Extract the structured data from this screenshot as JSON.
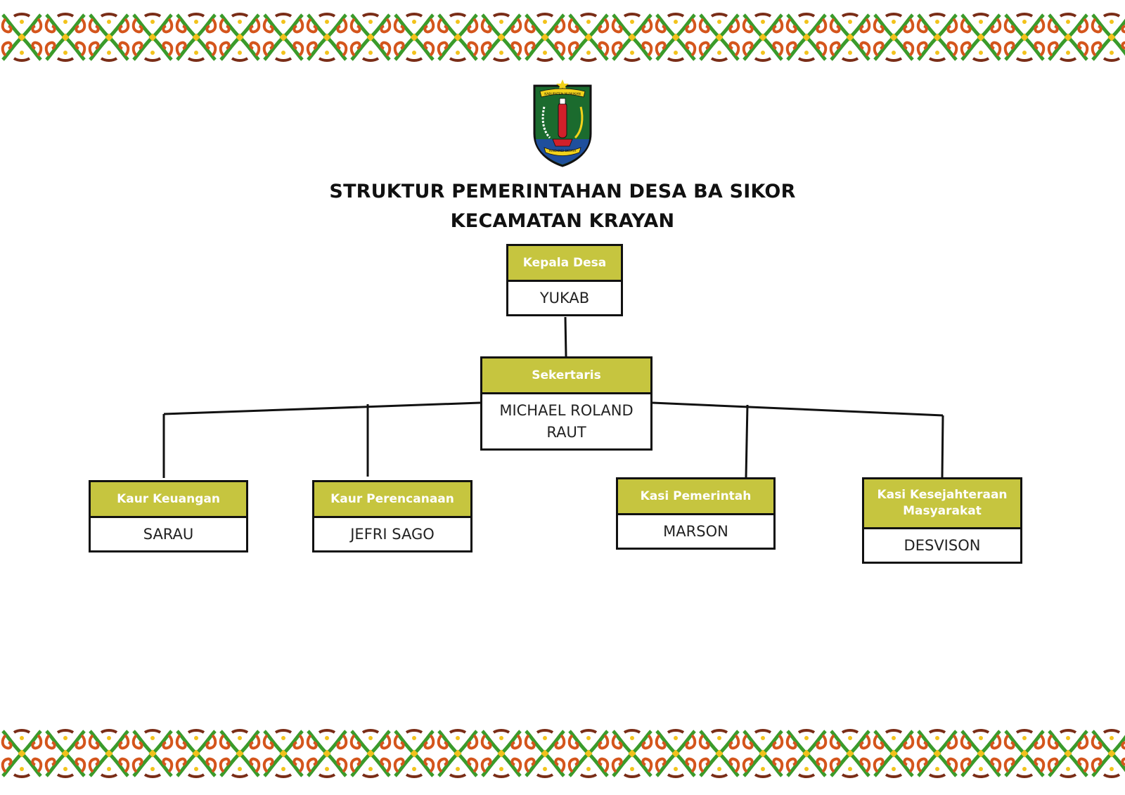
{
  "header": {
    "title_line1": "STRUKTUR PEMERINTAHAN DESA BA SIKOR",
    "title_line2": "KECAMATAN KRAYAN"
  },
  "emblem": {
    "icon": "kabupaten-emblem-icon",
    "ribbon_top_text": "KABUPATEN NUNUKAN",
    "ribbon_bottom_text": "PENEKINDI DEBAYA",
    "colors": {
      "shield_green": "#1b6b2e",
      "shield_blue": "#1f4f9c",
      "ribbon_yellow": "#f2d21b",
      "pillar_red": "#d1202a",
      "shield_outline": "#111111"
    }
  },
  "border": {
    "icon": "dayak-ornament-icon",
    "colors": {
      "orange": "#d4551c",
      "brown": "#7a2d17",
      "green": "#3a9b2b",
      "yellow": "#f2c21b"
    }
  },
  "org": {
    "colors": {
      "header_fill": "#c6c53f",
      "header_text": "#ffffff",
      "box_border": "#111111"
    },
    "kepala_desa": {
      "role": "Kepala Desa",
      "name": "YUKAB"
    },
    "sekretaris": {
      "role": "Sekertaris",
      "name": "MICHAEL ROLAND RAUT"
    },
    "kaur_keuangan": {
      "role": "Kaur Keuangan",
      "name": "SARAU"
    },
    "kaur_perencanaan": {
      "role": "Kaur Perencanaan",
      "name": "JEFRI SAGO"
    },
    "kasi_pemerintah": {
      "role": "Kasi Pemerintah",
      "name": "MARSON"
    },
    "kasi_kesejahteraan": {
      "role": "Kasi Kesejahteraan Masyarakat",
      "name": "DESVISON"
    }
  }
}
